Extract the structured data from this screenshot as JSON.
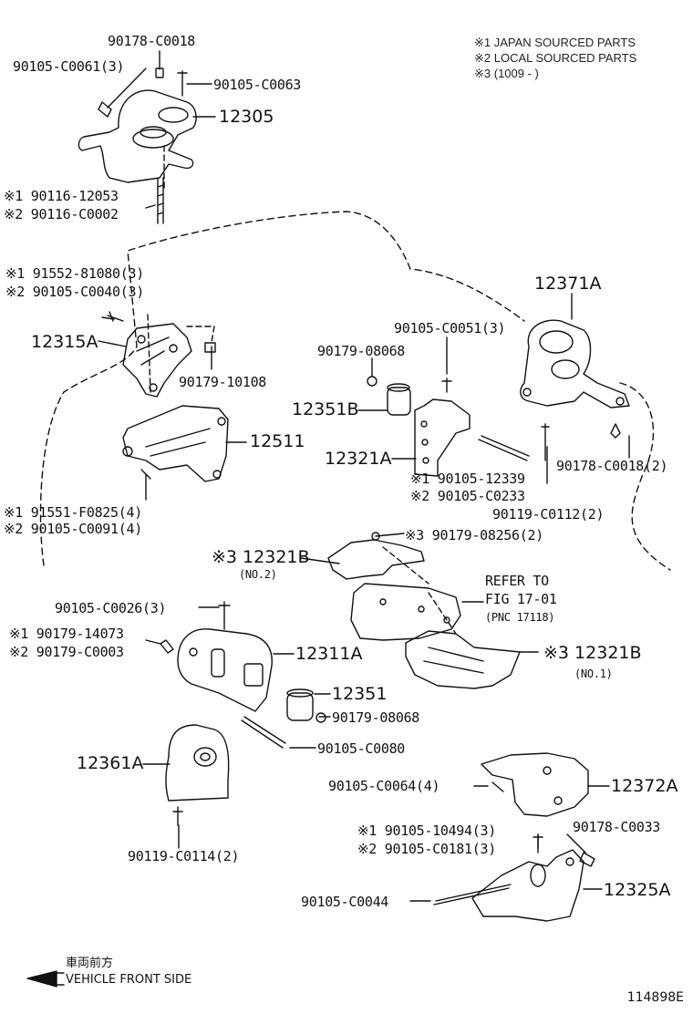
{
  "legend": {
    "note1": "※1 JAPAN SOURCED PARTS",
    "note2": "※2 LOCAL SOURCED PARTS",
    "note3": "※3 (1009 -          )"
  },
  "parts": {
    "p90178_C0018": "90178-C0018",
    "p90105_C0061": "90105-C0061(3)",
    "p90105_C0063": "90105-C0063",
    "p12305": "12305",
    "p90116_12053": "※1 90116-12053",
    "p90116_C0002": "※2 90116-C0002",
    "p91552_81080": "※1 91552-81080(3)",
    "p90105_C0040": "※2 90105-C0040(3)",
    "p12315A": "12315A",
    "p90179_10108": "90179-10108",
    "p12511": "12511",
    "p91551_F0825": "※1 91551-F0825(4)",
    "p90105_C0091": "※2 90105-C0091(4)",
    "p12371A": "12371A",
    "p90105_C0051": "90105-C0051(3)",
    "p90179_08068a": "90179-08068",
    "p12351B": "12351B",
    "p12321A": "12321A",
    "p90105_12339": "※1 90105-12339",
    "p90105_C0233": "※2 90105-C0233",
    "p90178_C0018_2": "90178-C0018(2)",
    "p90119_C0112": "90119-C0112(2)",
    "p90179_08256": "※3 90179-08256(2)",
    "p12321B_no2": "※3 12321B",
    "no2": "(NO.2)",
    "refer1": "REFER TO",
    "refer2": "FIG 17-01",
    "refer3": "(PNC 17118)",
    "p90105_C0026": "90105-C0026(3)",
    "p90179_14073": "※1 90179-14073",
    "p90179_C0003": "※2 90179-C0003",
    "p12311A": "12311A",
    "p12321B_no1": "※3 12321B",
    "no1": "(NO.1)",
    "p12351": "12351",
    "p90179_08068b": "90179-08068",
    "p90105_C0080": "90105-C0080",
    "p12361A": "12361A",
    "p90119_C0114": "90119-C0114(2)",
    "p90105_C0064": "90105-C0064(4)",
    "p12372A": "12372A",
    "p90105_10494": "※1 90105-10494(3)",
    "p90105_C0181": "※2 90105-C0181(3)",
    "p90178_C0033": "90178-C0033",
    "p90105_C0044": "90105-C0044",
    "p12325A": "12325A"
  },
  "footer": {
    "front_jp": "車両前方",
    "front_en": "VEHICLE FRONT SIDE",
    "figure_code": "114898E"
  }
}
